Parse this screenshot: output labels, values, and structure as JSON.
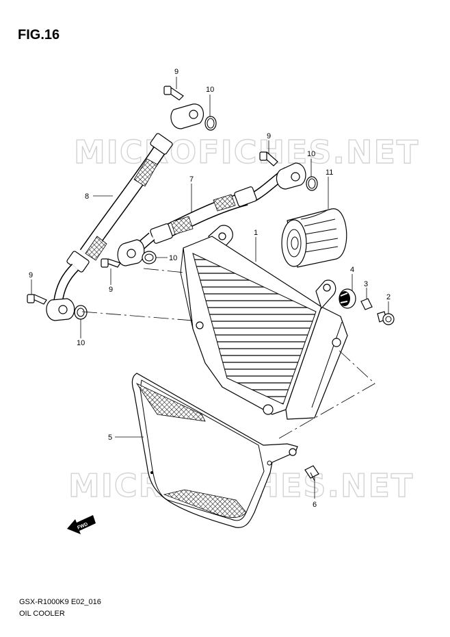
{
  "figure": {
    "title": "FIG.16"
  },
  "footer": {
    "model_code": "GSX-R1000K9 E02_016",
    "section_name": "OIL COOLER"
  },
  "watermark": {
    "text": "MICROFICHES.NET"
  },
  "fwd_label": "FWD",
  "callouts": [
    {
      "id": "c9a",
      "label": "9"
    },
    {
      "id": "c10a",
      "label": "10"
    },
    {
      "id": "c9b",
      "label": "9"
    },
    {
      "id": "c10b",
      "label": "10"
    },
    {
      "id": "c11",
      "label": "11"
    },
    {
      "id": "c7",
      "label": "7"
    },
    {
      "id": "c8",
      "label": "8"
    },
    {
      "id": "c1",
      "label": "1"
    },
    {
      "id": "c10c",
      "label": "10"
    },
    {
      "id": "c9c",
      "label": "9"
    },
    {
      "id": "c9d",
      "label": "9"
    },
    {
      "id": "c4",
      "label": "4"
    },
    {
      "id": "c3",
      "label": "3"
    },
    {
      "id": "c2",
      "label": "2"
    },
    {
      "id": "c10d",
      "label": "10"
    },
    {
      "id": "c5",
      "label": "5"
    },
    {
      "id": "c6",
      "label": "6"
    }
  ]
}
